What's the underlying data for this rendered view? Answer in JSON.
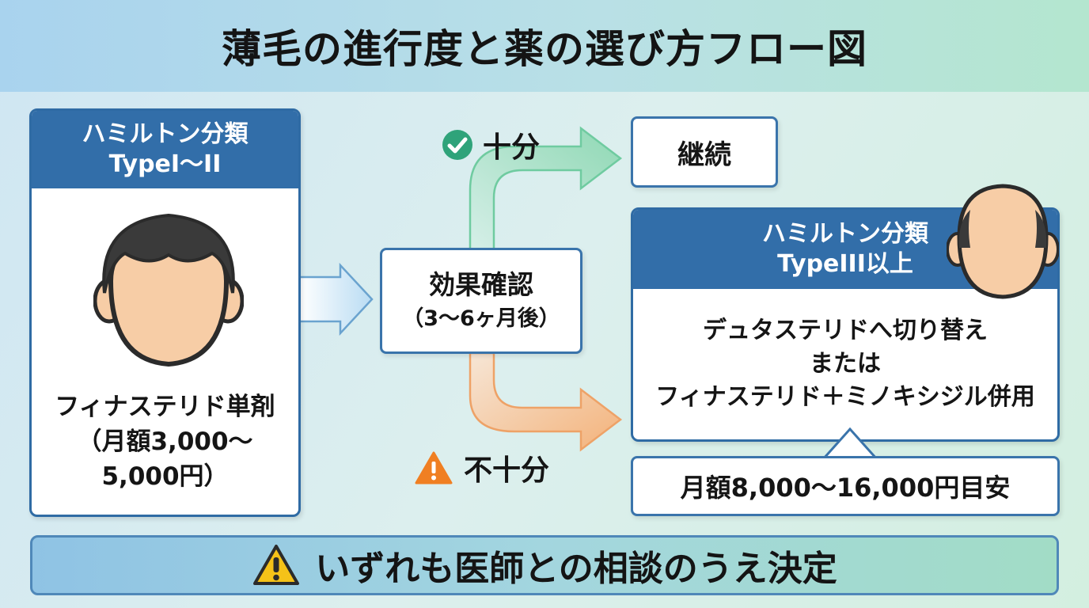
{
  "title": "薄毛の進行度と薬の選び方フロー図",
  "left_card": {
    "header_line1": "ハミルトン分類",
    "header_line2": "TypeI〜II",
    "treatment_line1": "フィナステリド単剤",
    "treatment_line2": "（月額3,000〜",
    "treatment_line3": "5,000円）"
  },
  "check_box": {
    "line1": "効果確認",
    "line2": "（3〜6ヶ月後）"
  },
  "branch_ok": {
    "label": "十分"
  },
  "branch_ng": {
    "label": "不十分"
  },
  "continue_box": {
    "label": "継続"
  },
  "right_card": {
    "header_line1": "ハミルトン分類",
    "header_line2": "TypeIII以上",
    "body_line1": "デュタステリドへ切り替え",
    "body_line2": "または",
    "body_line3": "フィナステリド＋ミノキシジル併用"
  },
  "cost_box": {
    "label": "月額8,000〜16,000円目安"
  },
  "footer": {
    "text": "いずれも医師との相談のうえ決定"
  },
  "colors": {
    "card_header": "#326ea9",
    "ok_arrow": "#8fd8b4",
    "ng_arrow": "#f3b27a",
    "check_icon": "#2fa37a",
    "warning_icon": "#f07f22",
    "hair": "#3a3a3a",
    "skin": "#f7cda6"
  }
}
